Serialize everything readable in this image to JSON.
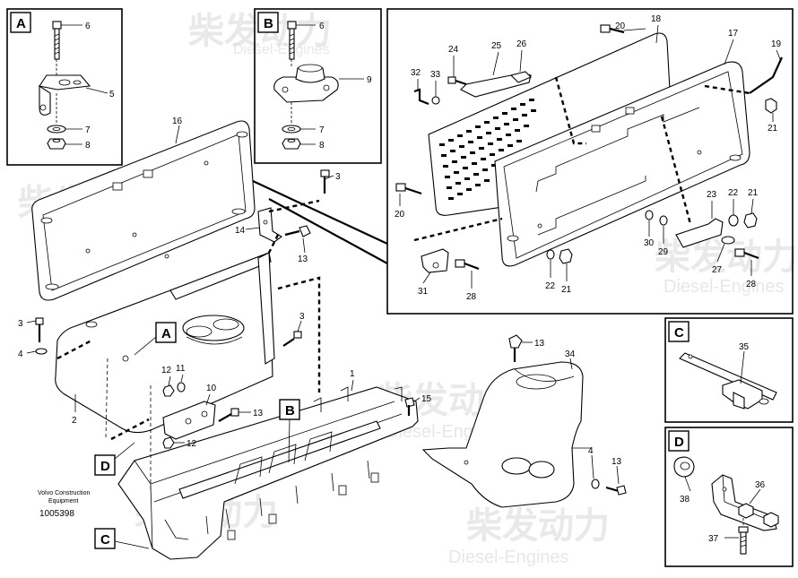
{
  "watermark": {
    "chinese_text": "柴发动力",
    "english_text": "Diesel-Engines"
  },
  "credit": {
    "line1": "Volvo Construction",
    "line2": "Equipment"
  },
  "document_number": "1005398",
  "insets": {
    "A": {
      "letter": "A",
      "labels": [
        "6",
        "5",
        "7",
        "8"
      ]
    },
    "B": {
      "letter": "B",
      "labels": [
        "6",
        "9",
        "7",
        "8"
      ]
    },
    "C": {
      "letter": "C",
      "labels": [
        "35"
      ]
    },
    "D": {
      "letter": "D",
      "labels": [
        "38",
        "36",
        "37"
      ]
    }
  },
  "callouts": {
    "A": "A",
    "B": "B",
    "C": "C",
    "D": "D"
  },
  "detail_labels": [
    "20",
    "18",
    "17",
    "19",
    "24",
    "25",
    "26",
    "32",
    "33",
    "21",
    "20",
    "23",
    "22",
    "21",
    "30",
    "29",
    "27",
    "28",
    "31",
    "28",
    "22",
    "21"
  ],
  "main_labels": [
    "16",
    "3",
    "14",
    "13",
    "3",
    "4",
    "3",
    "12",
    "11",
    "10",
    "13",
    "12",
    "2",
    "1",
    "15",
    "13",
    "34",
    "4",
    "13"
  ]
}
